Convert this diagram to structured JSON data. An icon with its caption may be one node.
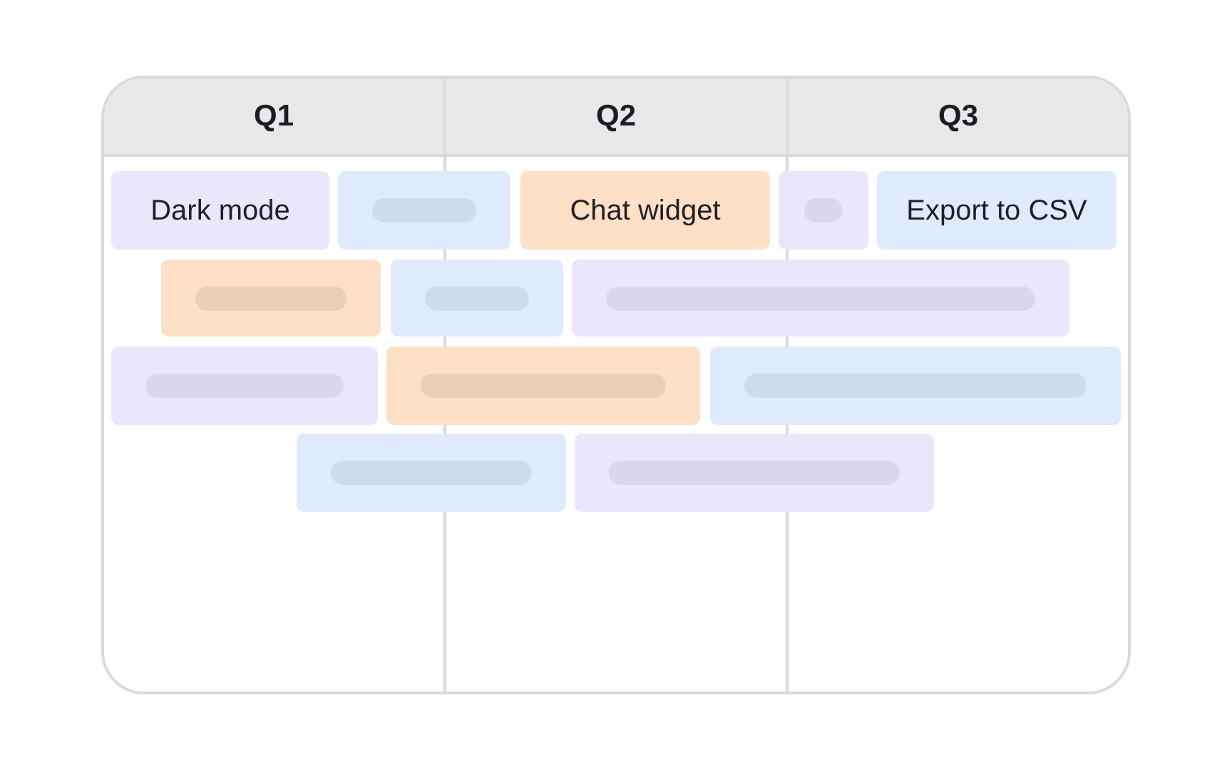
{
  "diagram": {
    "nodes": [
      {
        "text": [
          "Dark mode"
        ]
      },
      {
        "text": [],
        "shape": "bar"
      },
      {
        "text": [
          "Chat widget"
        ]
      },
      {
        "text": [],
        "shape": "bar"
      },
      {
        "text": [
          "Export to CSV"
        ]
      },
      {
        "text": [],
        "shape": "bar"
      },
      {
        "text": [],
        "shape": "bar"
      },
      {
        "text": [],
        "shape": "bar"
      },
      {
        "text": [],
        "shape": "bar"
      },
      {
        "text": [],
        "shape": "bar"
      },
      {
        "text": [],
        "shape": "bar"
      },
      {
        "text": [],
        "shape": "bar"
      },
      {
        "text": [],
        "shape": "bar"
      }
    ],
    "labels": [
      "Q1",
      "Q2",
      "Q3"
    ]
  }
}
